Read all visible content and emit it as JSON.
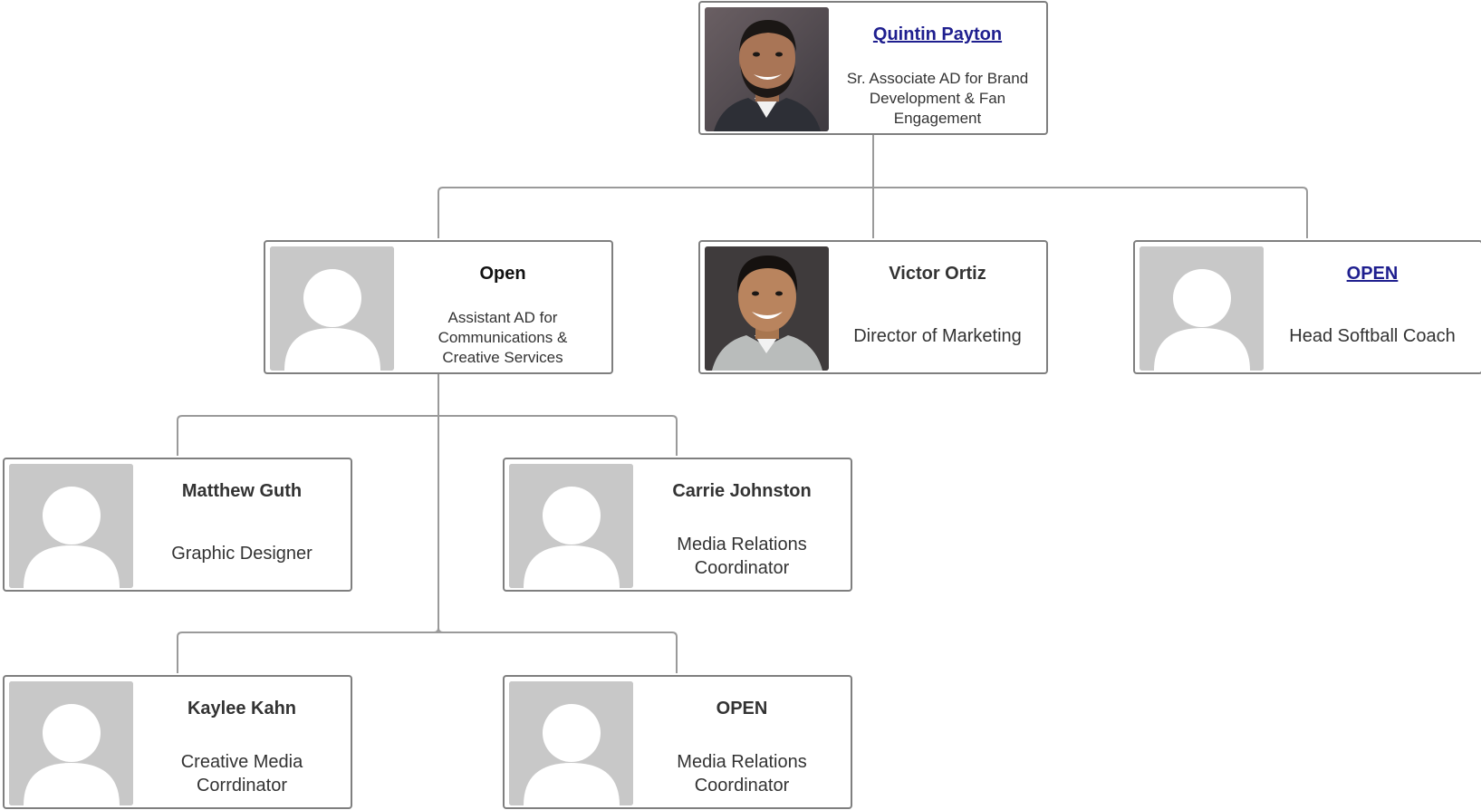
{
  "org_chart": {
    "root": {
      "name": "Quintin Payton",
      "title_lines": [
        "Sr. Associate AD for Brand",
        "Development & Fan",
        "Engagement"
      ]
    },
    "level2": [
      {
        "name": "Open",
        "title_lines": [
          "Assistant AD for",
          "Communications &",
          "Creative Services"
        ]
      },
      {
        "name": "Victor Ortiz",
        "title_lines": [
          "Director of Marketing"
        ]
      },
      {
        "name": "OPEN",
        "title_lines": [
          "Head Softball Coach"
        ]
      }
    ],
    "level3": [
      {
        "name": "Matthew Guth",
        "title_lines": [
          "Graphic Designer"
        ]
      },
      {
        "name": "Carrie Johnston",
        "title_lines": [
          "Media Relations",
          "Coordinator"
        ]
      },
      {
        "name": "Kaylee Kahn",
        "title_lines": [
          "Creative Media",
          "Corrdinator"
        ]
      },
      {
        "name": "OPEN",
        "title_lines": [
          "Media Relations",
          "Coordinator"
        ]
      }
    ]
  },
  "colors": {
    "connector": "#9a9a9a",
    "border": "#7f7f7f",
    "placeholder_bg": "#c8c8c8",
    "link": "#1f1f8f",
    "text": "#333333"
  }
}
